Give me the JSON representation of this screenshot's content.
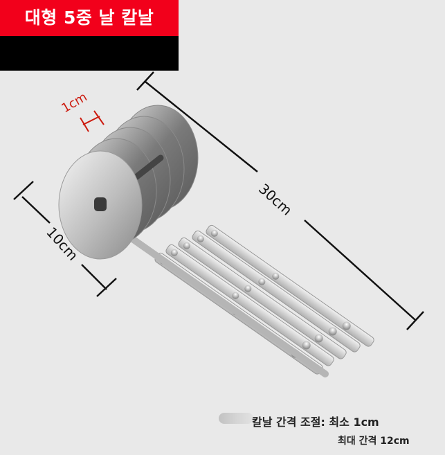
{
  "header": {
    "title": "대형 5중 날 칼날",
    "title_bg": "#f2001b",
    "band_color": "#000000"
  },
  "dimensions": {
    "blade_gap": "1cm",
    "blade_diameter": "10cm",
    "total_length": "30cm",
    "gap_color": "#cc1a0e"
  },
  "product": {
    "blade_count": 5,
    "name_icon": "pastry-cutter-5-wheel"
  },
  "caption": {
    "line1": "칼날 간격 조절: 최소 1cm",
    "line2": "최대 간격 12cm"
  }
}
